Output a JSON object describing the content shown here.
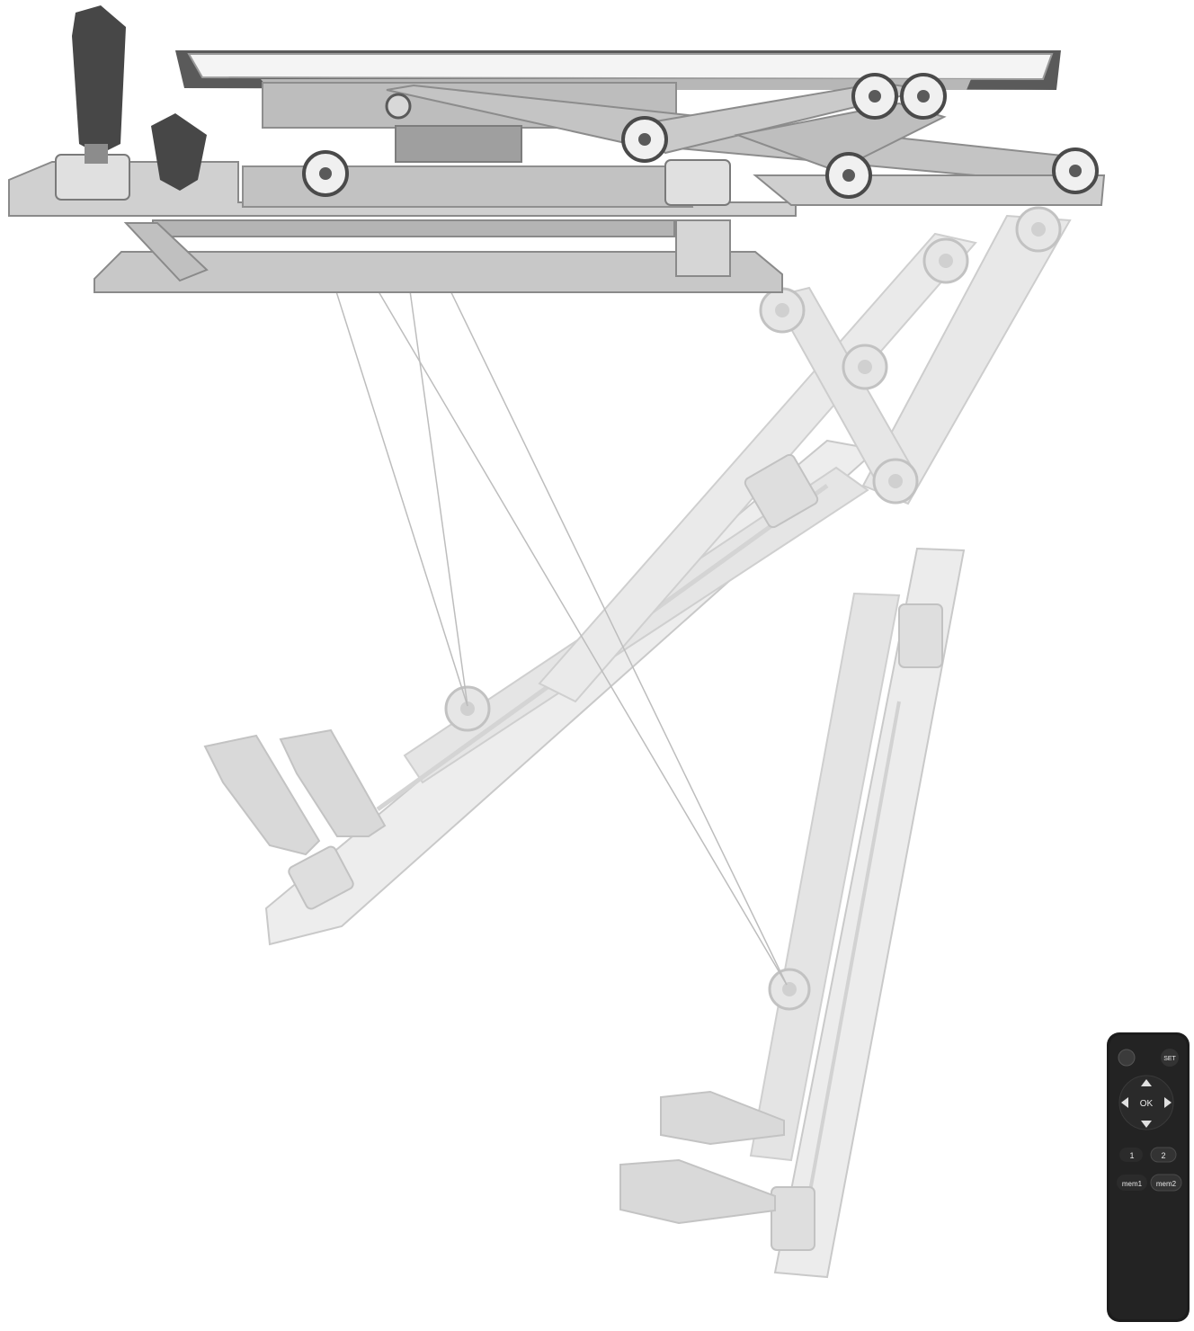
{
  "product": {
    "colors": {
      "background": "#ffffff",
      "metal": "#c8c8c8",
      "metal_dark": "#8e8e8e",
      "ghost": "#e3e3e3",
      "ghost_edge": "#c4c4c4",
      "handle": "#4a4a4a",
      "remote_body": "#1e1e1e"
    },
    "positions_shown": [
      "retracted",
      "mid-tilt",
      "fully-lowered"
    ]
  },
  "remote": {
    "set_label": "SET",
    "ok_label": "OK",
    "btn1_label": "1",
    "btn2_label": "2",
    "mem1_label": "mem1",
    "mem2_label": "mem2",
    "icons": [
      "power-icon",
      "arrow-up-icon",
      "arrow-left-icon",
      "arrow-right-icon",
      "arrow-down-icon"
    ]
  }
}
